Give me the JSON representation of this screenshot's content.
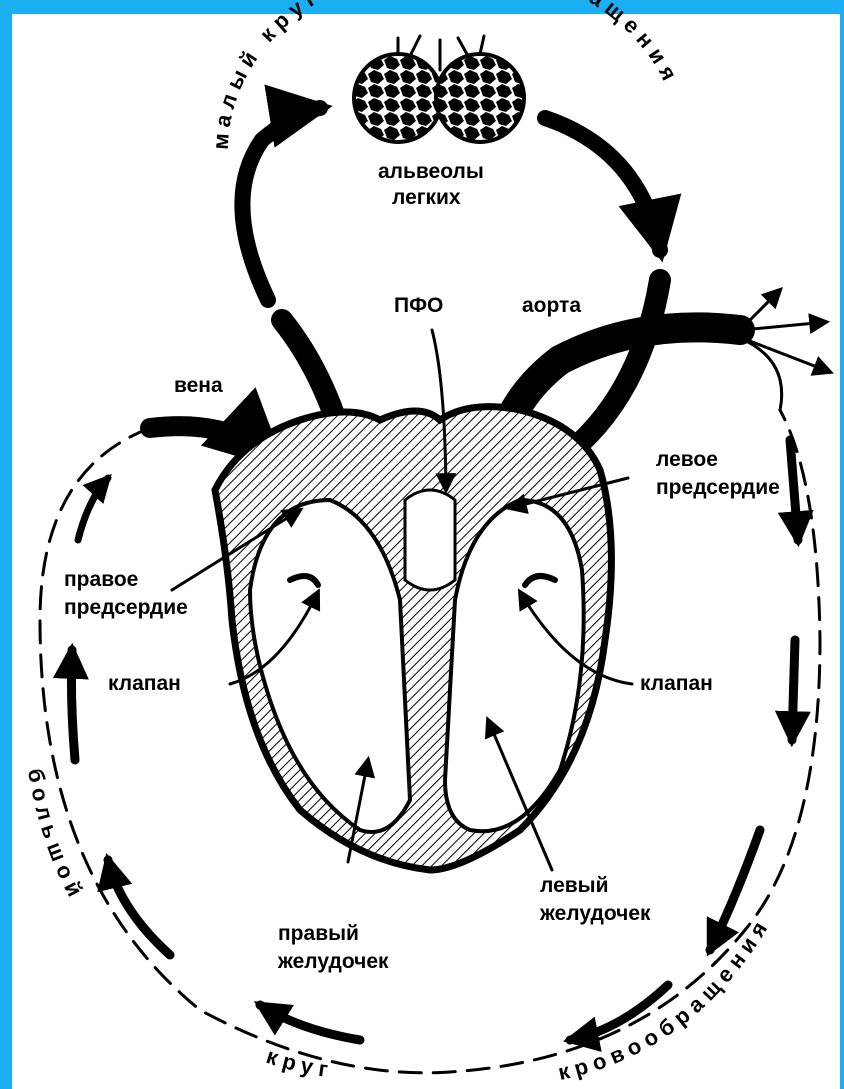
{
  "colors": {
    "frame": "#1aaef2",
    "background": "#ffffff",
    "ink": "#000000"
  },
  "arcs": {
    "pulmonary_left": "малый круг",
    "pulmonary_right": "кровообращения",
    "systemic_left": "большой",
    "systemic_bottom": "круг",
    "systemic_right": "кровообращения"
  },
  "labels": {
    "alveoli_line1": "альвеолы",
    "alveoli_line2": "легких",
    "pfo": "ПФО",
    "aorta": "аорта",
    "vein": "вена",
    "left_atrium_line1": "левое",
    "left_atrium_line2": "предсердие",
    "right_atrium_line1": "правое",
    "right_atrium_line2": "предсердие",
    "valve_left": "клапан",
    "valve_right": "клапан",
    "left_ventricle_line1": "левый",
    "left_ventricle_line2": "желудочек",
    "right_ventricle_line1": "правый",
    "right_ventricle_line2": "желудочек"
  }
}
